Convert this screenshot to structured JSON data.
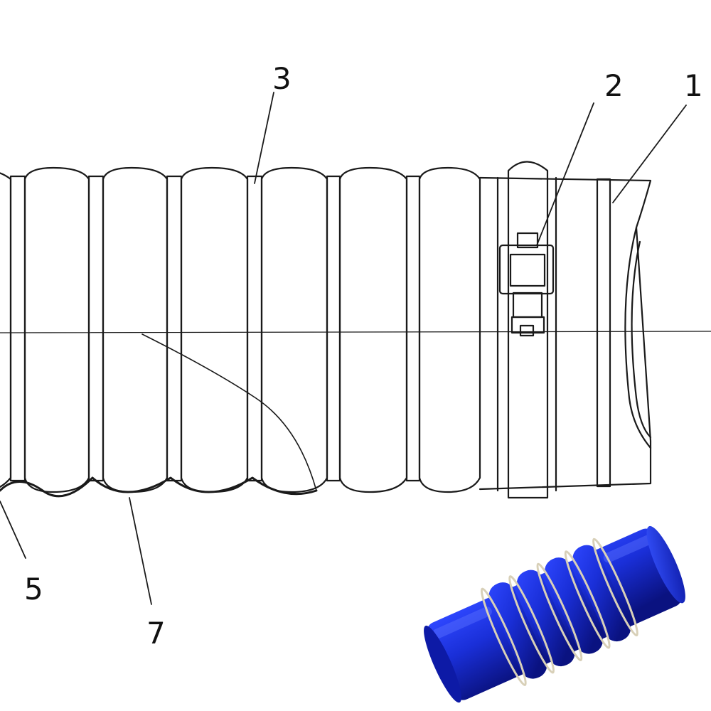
{
  "callouts": [
    {
      "id": "1",
      "text": "1"
    },
    {
      "id": "2",
      "text": "2"
    },
    {
      "id": "3",
      "text": "3"
    },
    {
      "id": "5",
      "text": "5"
    },
    {
      "id": "7",
      "text": "7"
    }
  ],
  "icons": {
    "drawing": "corrugated-hose-drawing",
    "clamp": "hose-clamp-icon",
    "photo": "blue-silicone-hose-photo"
  },
  "colors": {
    "line": "#1a1a1a",
    "hose_blue": "#1a2fd8",
    "hose_dark": "#0a1280",
    "ring": "#d8d0b8"
  }
}
